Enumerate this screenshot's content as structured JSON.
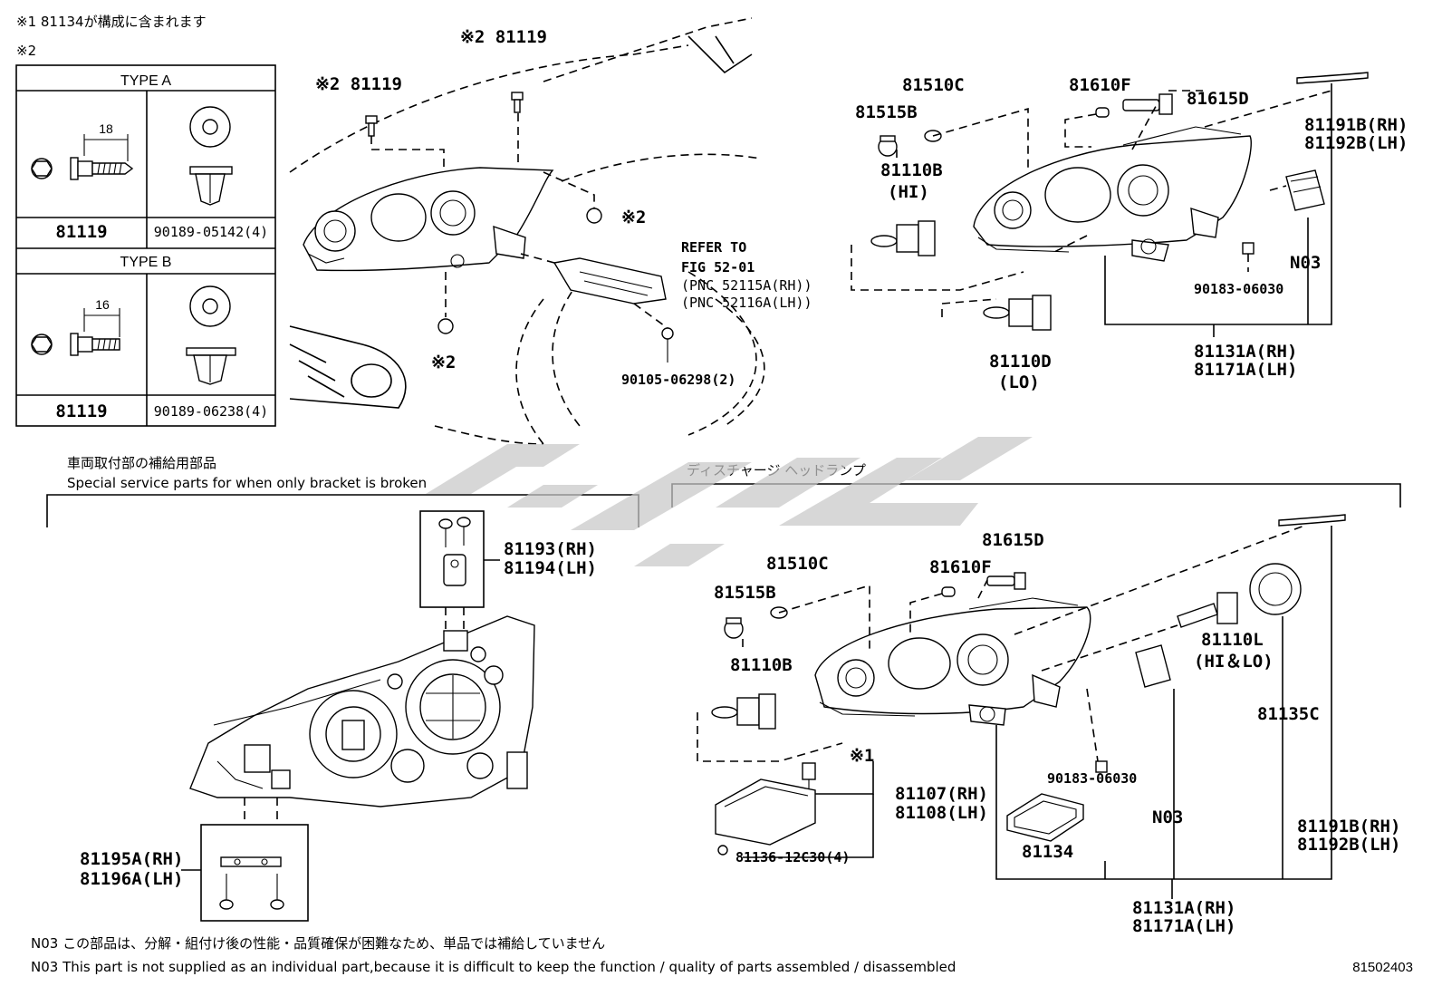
{
  "notes": {
    "top_note1": "※1 81134が構成に含まれます",
    "top_note2": "※2",
    "bottom_jp": "N03 この部品は、分解・組付け後の性能・品質確保が困難なため、単品では補給していません",
    "bottom_en": "N03 This part is not supplied as an  individual part,because it is difficult to keep the function / quality of parts assembled / disassembled",
    "figure_id": "81502403"
  },
  "fastener_table": {
    "type_a": {
      "title": "TYPE A",
      "dimension": "18",
      "bolt_pn": "81119",
      "clip_pn": "90189-05142(4)"
    },
    "type_b": {
      "title": "TYPE B",
      "dimension": "16",
      "bolt_pn": "81119",
      "clip_pn": "90189-06238(4)"
    }
  },
  "sections": {
    "bracket_jp": "車両取付部の補給用部品",
    "bracket_en": "Special service parts for when only bracket is broken",
    "discharge_jp": "ディスチャージ ヘッドランプ"
  },
  "labels": {
    "vehicle": {
      "bolt_left": "※2 81119",
      "bolt_top": "※2 81119",
      "clip_right": "※2",
      "clip_bottom": "※2",
      "refer1": "REFER TO",
      "refer2": "FIG 52-01",
      "refer3": "(PNC 52115A(RH))",
      "refer4": "(PNC 52116A(LH))",
      "screw": "90105-06298(2)"
    },
    "halogen": {
      "p81510c": "81510C",
      "p81515b": "81515B",
      "p81610f": "81610F",
      "p81615d": "81615D",
      "p81110b": "81110B",
      "hi": "(HI)",
      "p81110d": "81110D",
      "lo": "(LO)",
      "p81191b": "81191B(RH)",
      "p81192b": "81192B(LH)",
      "n03": "N03",
      "p90183": "90183-06030",
      "p81131a": "81131A(RH)",
      "p81171a": "81171A(LH)"
    },
    "bracket": {
      "p81193": "81193(RH)",
      "p81194": "81194(LH)",
      "p81195a": "81195A(RH)",
      "p81196a": "81196A(LH)"
    },
    "discharge": {
      "p81510c": "81510C",
      "p81515b": "81515B",
      "p81615d": "81615D",
      "p81610f": "81610F",
      "p81110b": "81110B",
      "p81110l": "81110L",
      "hilo": "(HI＆LO)",
      "p81135c": "81135C",
      "note1": "※1",
      "p81107": "81107(RH)",
      "p81108": "81108(LH)",
      "p81136": "81136-12C30(4)",
      "p90183": "90183-06030",
      "n03": "N03",
      "p81134": "81134",
      "p81191b": "81191B(RH)",
      "p81192b": "81192B(LH)",
      "p81131a": "81131A(RH)",
      "p81171a": "81171A(LH)"
    }
  }
}
